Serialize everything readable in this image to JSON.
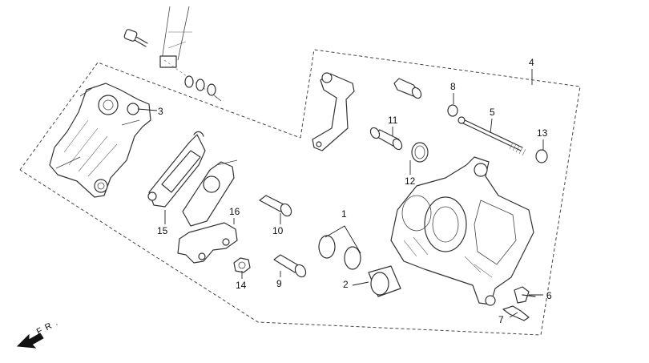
{
  "callouts": {
    "c1": "1",
    "c2": "2",
    "c3": "3",
    "c4": "4",
    "c5": "5",
    "c6": "6",
    "c7": "7",
    "c8": "8",
    "c9": "9",
    "c10": "10",
    "c11": "11",
    "c12": "12",
    "c13": "13",
    "c14": "14",
    "c15": "15",
    "c16": "16"
  },
  "direction_label": "F R ."
}
